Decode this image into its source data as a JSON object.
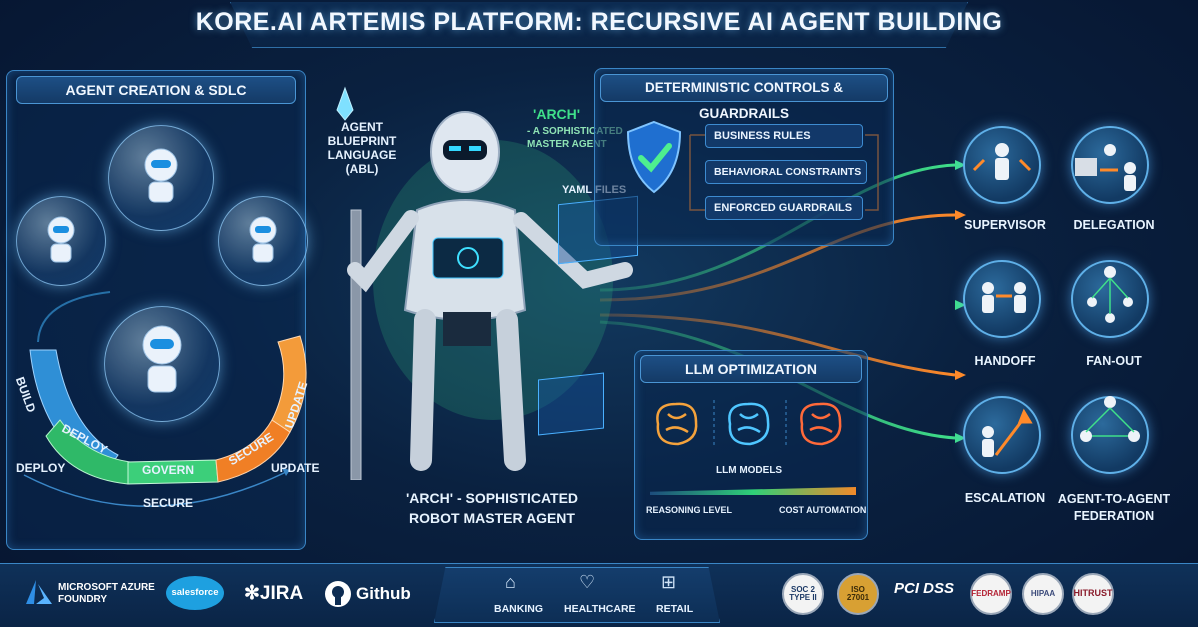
{
  "title": "KORE.AI ARTEMIS PLATFORM: RECURSIVE AI AGENT BUILDING",
  "agent_creation": {
    "heading": "AGENT CREATION & SDLC",
    "ring_segments": [
      "BUILD",
      "DEPLOY",
      "GOVERN",
      "SECURE",
      "UPDATE"
    ],
    "outer_labels": {
      "left": "DEPLOY",
      "bottom": "SECURE",
      "right": "UPDATE"
    }
  },
  "center": {
    "abl_label": "AGENT\nBLUEPRINT\nLANGUAGE\n(ABL)",
    "arch_quote": "'ARCH'",
    "arch_sub": "- A SOPHISTICATED\nMASTER AGENT",
    "yaml_label": "YAML FILES",
    "caption_line1": "'ARCH' - SOPHISTICATED",
    "caption_line2": "ROBOT MASTER AGENT"
  },
  "guardrails": {
    "heading": "DETERMINISTIC CONTROLS & GUARDRAILS",
    "items": [
      "BUSINESS RULES",
      "BEHAVIORAL CONSTRAINTS",
      "ENFORCED GUARDRAILS"
    ]
  },
  "llm": {
    "heading": "LLM OPTIMIZATION",
    "models_label": "LLM MODELS",
    "reasoning_label": "REASONING LEVEL",
    "cost_label": "COST AUTOMATION"
  },
  "patterns": [
    {
      "label": "SUPERVISOR",
      "icon": "supervisor-icon"
    },
    {
      "label": "DELEGATION",
      "icon": "delegation-icon"
    },
    {
      "label": "HANDOFF",
      "icon": "handoff-icon"
    },
    {
      "label": "FAN-OUT",
      "icon": "fan-out-icon"
    },
    {
      "label": "ESCALATION",
      "icon": "escalation-icon"
    },
    {
      "label": "AGENT-TO-AGENT\nFEDERATION",
      "icon": "federation-icon"
    }
  ],
  "integrations": {
    "azure": "MICROSOFT AZURE\nFOUNDRY",
    "salesforce": "salesforce",
    "jira": "JIRA",
    "github": "Github"
  },
  "industries": [
    "BANKING",
    "HEALTHCARE",
    "RETAIL"
  ],
  "compliance": [
    "SOC 2\nTYPE II",
    "ISO\n27001",
    "PCI DSS",
    "FEDRAMP",
    "HIPAA",
    "HITRUST"
  ],
  "colors": {
    "green_flow": "#3fe08a",
    "orange_flow": "#ff8a2a",
    "accent": "#3a86c6"
  }
}
